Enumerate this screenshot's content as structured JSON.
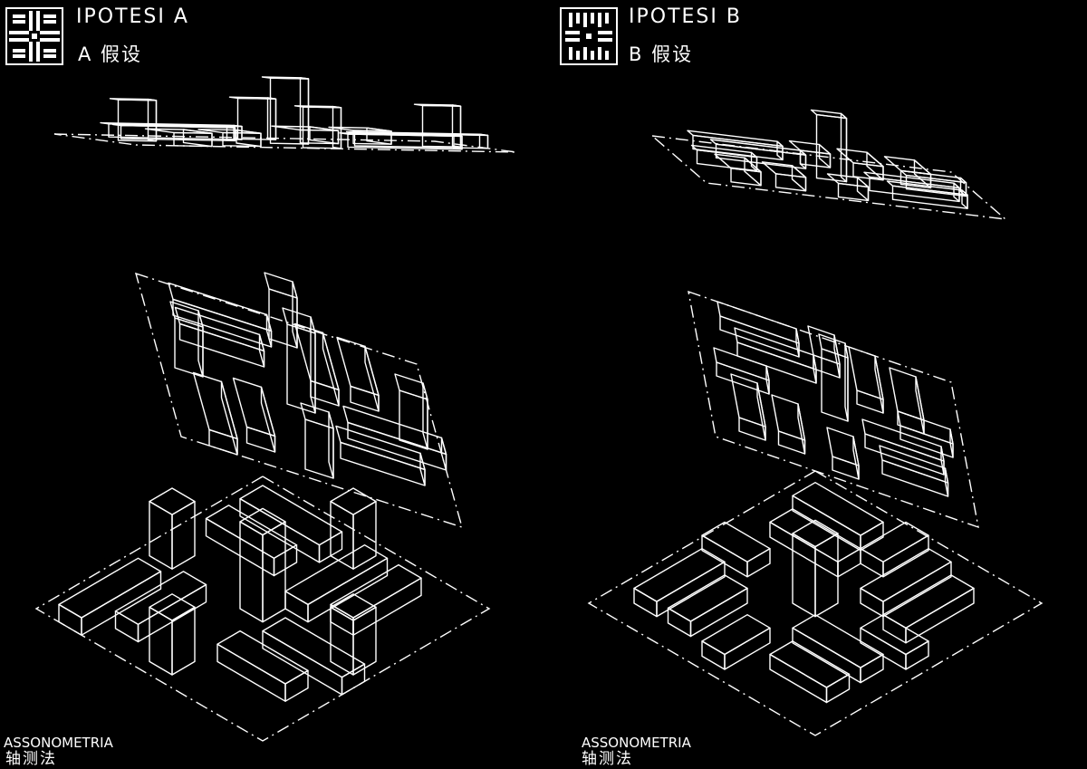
{
  "panels": [
    {
      "id": "A",
      "title": "IPOTESI  A",
      "subtitle": "A 假设",
      "caption_1": "ASSONOMETRIA",
      "caption_2": "轴测法"
    },
    {
      "id": "B",
      "title": "IPOTESI  B",
      "subtitle": "B 假设",
      "caption_1": "ASSONOMETRIA",
      "caption_2": "轴测法"
    }
  ],
  "colors": {
    "background": "#000000",
    "line": "#ffffff"
  }
}
